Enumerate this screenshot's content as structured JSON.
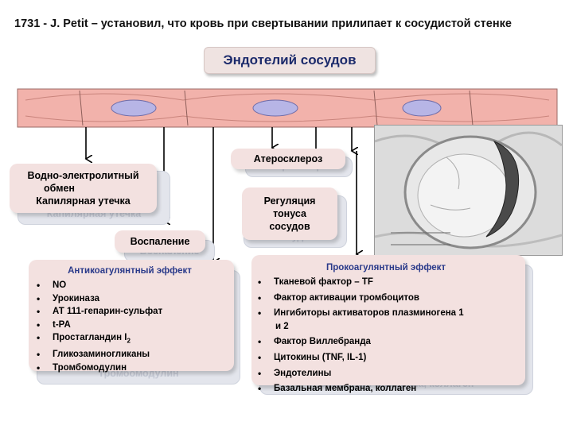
{
  "title": "1731 - J. Petit – установил, что  кровь при свертывании прилипает к сосудистой стенке",
  "header": "Эндотелий сосудов",
  "water_box": {
    "line1": "Водно-электролитный",
    "line2": "обмен",
    "line3": "Капилярная утечка"
  },
  "water_ghost": "Капилярная утечка",
  "inflammation": "Воспаление",
  "inflammation_ghost": "Воспаление",
  "atherosclerosis": "Атеросклероз",
  "atherosclerosis_ghost": "Атеросклероз",
  "tone_box": {
    "line1": "Регуляция",
    "line2": "тонуса",
    "line3": "сосудов"
  },
  "tone_ghost": "сосудов",
  "anticoag": {
    "title": "Антикоагулянтный эффект",
    "items": [
      "NO",
      "Урокиназа",
      "АТ 111-гепарин-сульфат",
      "t-PA",
      "Простагландин I",
      "Гликозаминогликаны",
      "Тромбомодулин"
    ],
    "item_sub": "2",
    "ghost": "Тромбомодулин"
  },
  "procoag": {
    "title": "Прокоагулянтный эффект",
    "items": [
      "Тканевой фактор – TF",
      " Фактор активации тромбоцитов",
      " Ингибиторы активаторов плазминогена 1",
      " Фактор Виллебранда",
      " Цитокины (TNF, IL-1)",
      " Эндотелины",
      " Базальная мембрана, коллаген"
    ],
    "item3_cont": "и 2",
    "ghost": "Базальная мембрана, коллаген"
  },
  "colors": {
    "header_text": "#1b2a6b",
    "panel_title": "#2a3a8a",
    "box_fill": "#f3e1e0",
    "cell_fill": "#f2b2ab",
    "nucleus": "#b7b5e6"
  }
}
